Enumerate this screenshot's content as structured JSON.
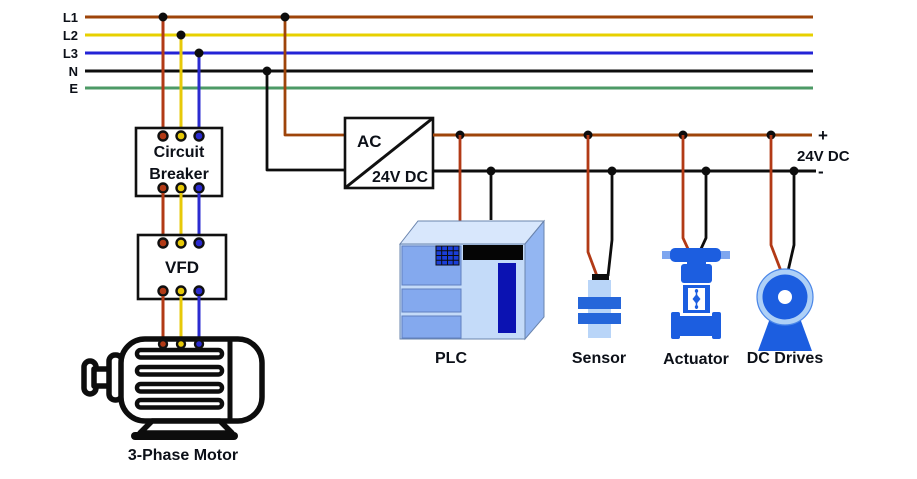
{
  "rails": [
    {
      "label": "L1"
    },
    {
      "label": "L2"
    },
    {
      "label": "L3"
    },
    {
      "label": "N"
    },
    {
      "label": "E"
    }
  ],
  "circuit_breaker": {
    "line1": "Circuit",
    "line2": "Breaker"
  },
  "vfd": {
    "label": "VFD"
  },
  "motor": {
    "label": "3-Phase Motor"
  },
  "converter": {
    "ac": "AC",
    "dc": "24V DC"
  },
  "bus": {
    "plus": "+",
    "label": "24V DC",
    "minus": "-"
  },
  "devices": {
    "plc": "PLC",
    "sensor": "Sensor",
    "actuator": "Actuator",
    "dc_drives": "DC Drives"
  },
  "colors": {
    "l1": "#9e440a",
    "l2": "#e7d000",
    "l3": "#2323d6",
    "n": "#0d0d0d",
    "e": "#4d9a66",
    "wire_red": "#b23a16",
    "wire_yellow": "#e7c908",
    "wire_blue": "#2b2bd0",
    "wire_black": "#0d0d0d",
    "device_blue": "#1c5ee0",
    "device_light_blue": "#aed0f7",
    "plc_front": "#c4dbf9",
    "plc_module": "#84a9ee",
    "plc_dark_blue": "#0b12b2",
    "label_text": "#0c1018"
  }
}
